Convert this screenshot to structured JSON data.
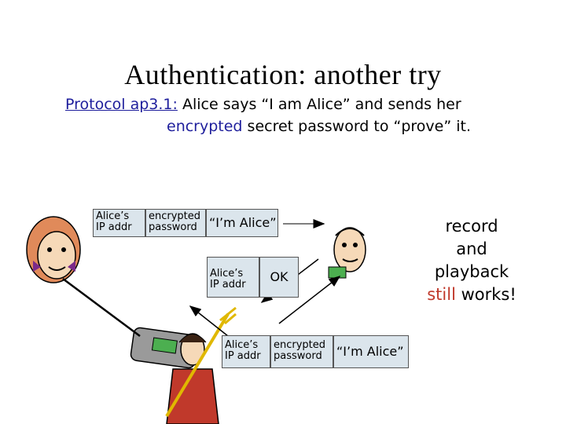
{
  "title": "Authentication: another try",
  "protocol": {
    "label": "Protocol ap3.1:",
    "line1_rest": " Alice says “I am Alice” and sends her",
    "line2_encrypted": "encrypted",
    "line2_rest": " secret password to “prove” it."
  },
  "message_top": {
    "alices": "Alice’s",
    "ip_addr": "IP addr",
    "encrypted": "encrypted",
    "password": "password",
    "im_alice": "“I’m Alice”"
  },
  "reply": {
    "alices": "Alice’s",
    "ip_addr": "IP addr",
    "ok": "OK"
  },
  "message_bottom": {
    "alices": "Alice’s",
    "ip_addr": "IP addr",
    "encrypted": "encrypted",
    "password": "password",
    "im_alice": "“I’m Alice”"
  },
  "side_note": {
    "line1": "record",
    "line2": "and",
    "line3": "playback",
    "still": "still",
    "works": " works!"
  },
  "colors": {
    "cell_fill": "#dbe5ec",
    "accent_blue": "#1e1e9c",
    "accent_red": "#c0392b"
  }
}
